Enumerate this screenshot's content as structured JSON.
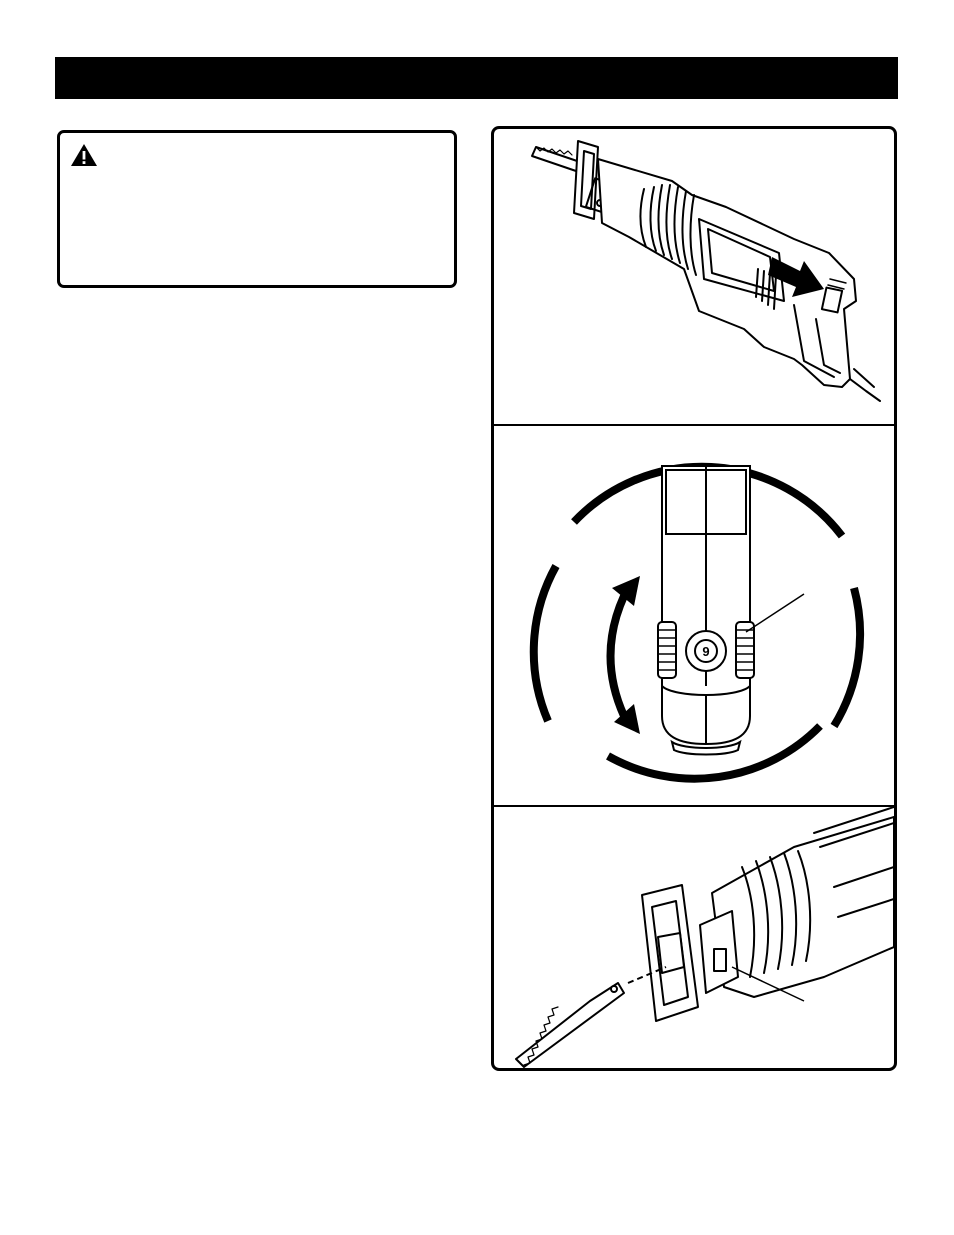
{
  "header": {
    "title": ""
  },
  "warning": {
    "icon": "warning-triangle-icon",
    "text": ""
  },
  "figures": [
    {
      "id": "fig-1",
      "icon": "reciprocating-saw-side-view-icon",
      "callout": ""
    },
    {
      "id": "fig-2",
      "icon": "speed-dial-icon",
      "dial_value": "9",
      "callout": ""
    },
    {
      "id": "fig-3",
      "icon": "blade-clamp-icon",
      "callout": ""
    }
  ],
  "colors": {
    "ink": "#000000",
    "paper": "#ffffff"
  }
}
